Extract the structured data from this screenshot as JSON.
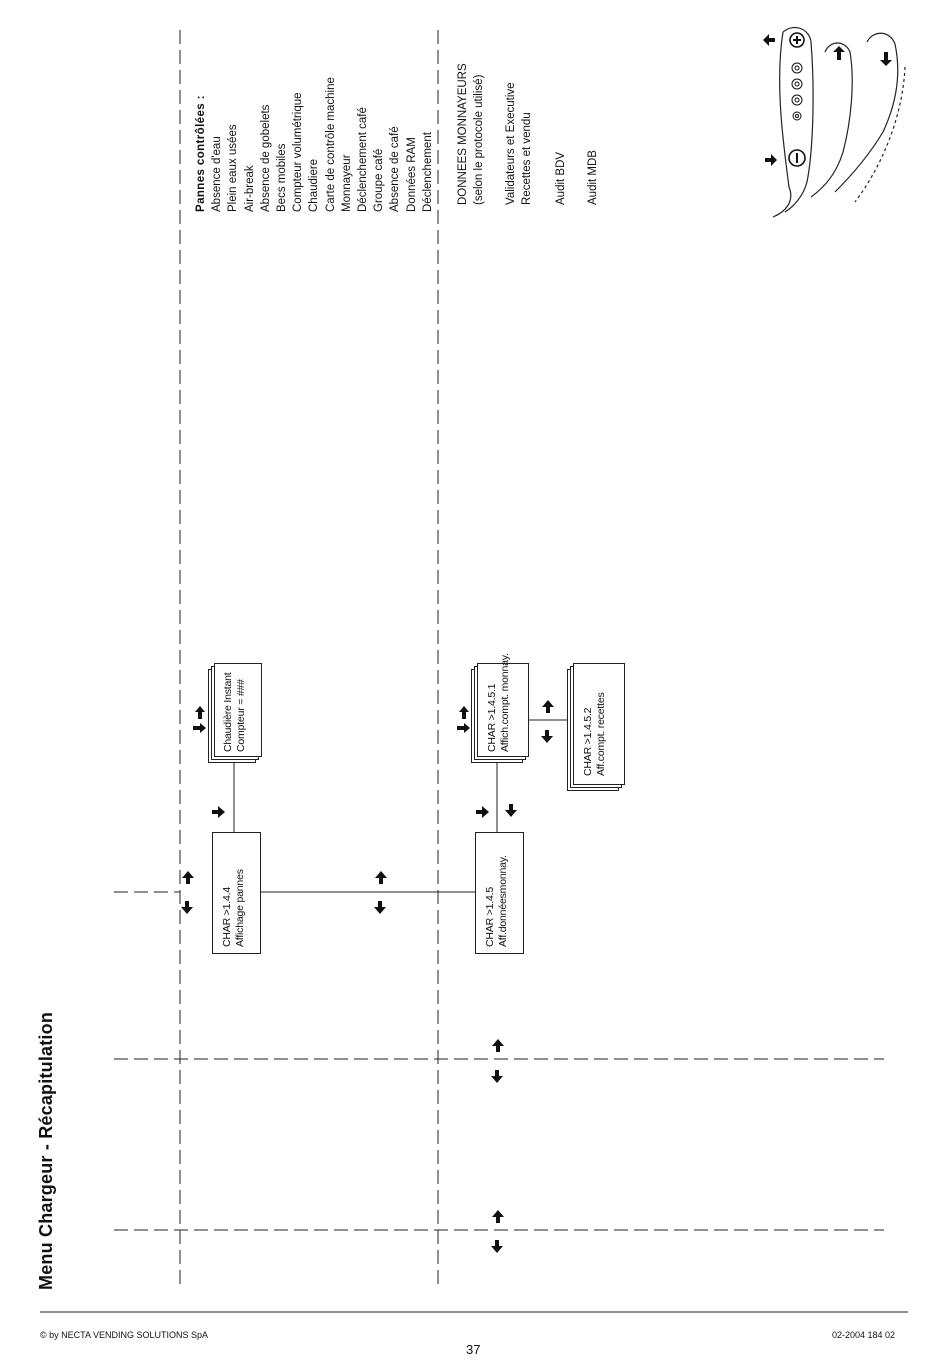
{
  "title": "Menu Chargeur - Récapitulation",
  "pannes": {
    "heading": "Pannes contrôlées :",
    "items": [
      "Absence d'eau",
      "Plein eaux usées",
      "Air-break",
      "Absence de gobelets",
      "Becs mobiles",
      "Compteur volumétrique",
      "Chaudiere",
      "Carte de contrôle machine",
      "Monnayeur",
      "Déclenchement café",
      "Groupe café",
      "Absence de café",
      "Données RAM",
      "Déclenchement"
    ]
  },
  "right_notes": {
    "donnees_line1": "DONNEES MONNAYEURS",
    "donnees_line2": "(selon le protocole utilisé)",
    "validateurs_line1": "Validateurs et Executive",
    "validateurs_line2": "Recettes et vendu",
    "audit_bdv": "Audit BDV",
    "audit_mdb": "Audit MDB"
  },
  "boxes": {
    "b144": {
      "line1": "CHAR >1.4.4",
      "line2": "Affichage pannes"
    },
    "chaudiere": {
      "line1": "Chaudière Instant",
      "line2": "Compteur =      ###"
    },
    "b145": {
      "line1": "CHAR >1.4.5",
      "line2": "Aff.donnéesmonnay."
    },
    "b1451": {
      "line1": "CHAR >1.4.5.1",
      "line2": "Affich.compt. monnay."
    },
    "b1452": {
      "line1": "CHAR >1.4.5.2",
      "line2": "Aff.compt. recettes"
    }
  },
  "footer": {
    "copyright": "© by NECTA VENDING SOLUTIONS SpA",
    "page": "37",
    "code": "02-2004 184 02"
  },
  "icons": [
    "arrow-right-icon",
    "arrow-left-icon",
    "arrow-enter-icon",
    "arrow-up-icon",
    "arrow-down-icon",
    "keypad-hand-icon",
    "plus-key-icon",
    "minus-key-icon"
  ]
}
